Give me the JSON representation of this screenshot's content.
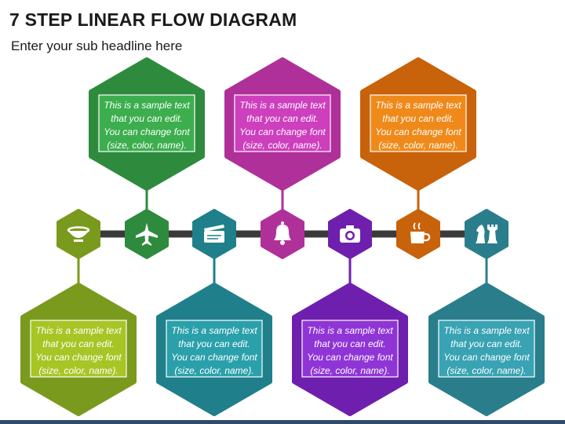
{
  "header": {
    "title": "7 STEP LINEAR FLOW DIAGRAM",
    "subtitle": "Enter your sub headline here"
  },
  "steps": [
    {
      "icon": "bowl-icon",
      "color": "#7a9a1e",
      "box_side": "bottom",
      "box_fill": "#a8c526",
      "text": [
        "This is a sample text",
        "that you can edit.",
        "You can change font",
        "(size, color, name)."
      ]
    },
    {
      "icon": "airplane-icon",
      "color": "#2e8b3e",
      "box_side": "top",
      "box_fill": "#3cae4e",
      "text": [
        "This is a sample text",
        "that you can edit.",
        "You can change font",
        "(size, color, name)."
      ]
    },
    {
      "icon": "clapperboard-icon",
      "color": "#1f7f8a",
      "box_side": "bottom",
      "box_fill": "#2aa0ab",
      "text": [
        "This is a sample text",
        "that you can edit.",
        "You can change font",
        "(size, color, name)."
      ]
    },
    {
      "icon": "bell-icon",
      "color": "#b0309a",
      "box_side": "top",
      "box_fill": "#cd3fbd",
      "text": [
        "This is a sample text",
        "that you can edit.",
        "You can change font",
        "(size, color, name)."
      ]
    },
    {
      "icon": "camera-icon",
      "color": "#6f1fae",
      "box_side": "bottom",
      "box_fill": "#8f35d6",
      "text": [
        "This is a sample text",
        "that you can edit.",
        "You can change font",
        "(size, color, name)."
      ]
    },
    {
      "icon": "coffee-cup-icon",
      "color": "#c8620b",
      "box_side": "top",
      "box_fill": "#ef8a1a",
      "text": [
        "This is a sample text",
        "that you can edit.",
        "You can change font",
        "(size, color, name)."
      ]
    },
    {
      "icon": "chess-pieces-icon",
      "color": "#2a7e8c",
      "box_side": "bottom",
      "box_fill": "#39a3b3",
      "text": [
        "This is a sample text",
        "that you can edit.",
        "You can change font",
        "(size, color, name)."
      ]
    }
  ],
  "colors": {
    "connector_line": "#3a3a3a",
    "bottom_bar": "#2f4a6a"
  }
}
